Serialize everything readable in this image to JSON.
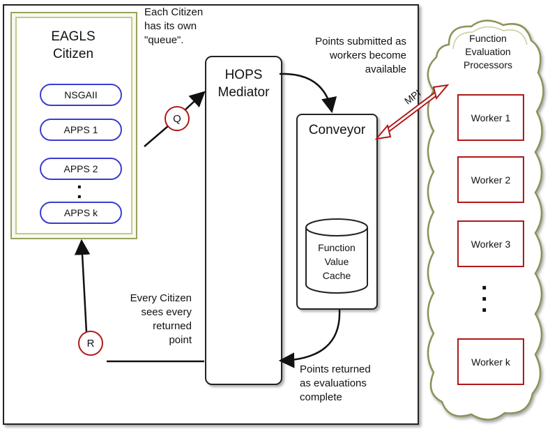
{
  "citizen": {
    "title_line1": "EAGLS",
    "title_line2": "Citizen",
    "items": [
      "NSGAII",
      "APPS 1",
      "APPS 2",
      "APPS k"
    ],
    "ellipsis": "⋮"
  },
  "queue_note": [
    "Each Citizen",
    "has its own",
    "\"queue\"."
  ],
  "submit_note": [
    "Points submitted as",
    "workers become",
    "available"
  ],
  "hops": {
    "line1": "HOPS",
    "line2": "Mediator"
  },
  "conveyor": {
    "title": "Conveyor",
    "cache": [
      "Function",
      "Value",
      "Cache"
    ]
  },
  "queue_marker": "Q",
  "return_marker": "R",
  "mpi_label": "MPI",
  "every_note": [
    "Every Citizen",
    "sees every",
    "returned",
    "point"
  ],
  "returned_note": [
    "Points returned",
    "as evaluations",
    "complete"
  ],
  "processors": {
    "title": [
      "Function",
      "Evaluation",
      "Processors"
    ],
    "workers": [
      "Worker 1",
      "Worker 2",
      "Worker 3",
      "Worker k"
    ],
    "ellipsis": "⋮"
  },
  "colors": {
    "accent_red": "#b01818",
    "pill_blue": "#3a3bd0",
    "citizen_border": "#9aa35b"
  },
  "icons": {
    "queue_marker": "circle-q-icon",
    "return_marker": "circle-r-icon",
    "cache": "cylinder-icon",
    "cloud": "cloud-icon"
  }
}
